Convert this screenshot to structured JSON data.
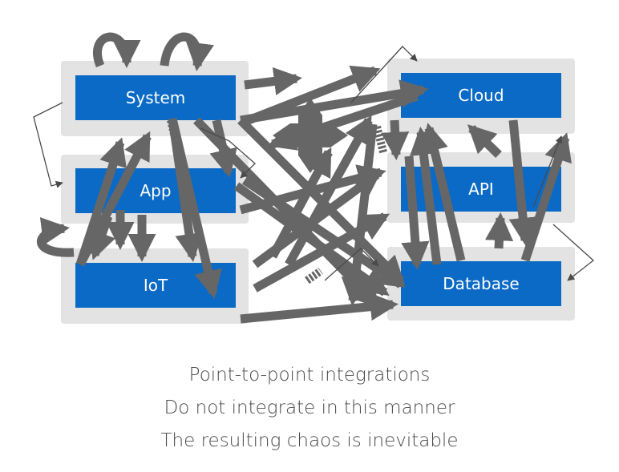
{
  "nodes": [
    {
      "id": "system",
      "label": "System"
    },
    {
      "id": "app",
      "label": "App"
    },
    {
      "id": "iot",
      "label": "IoT"
    },
    {
      "id": "cloud",
      "label": "Cloud"
    },
    {
      "id": "api",
      "label": "API"
    },
    {
      "id": "database",
      "label": "Database"
    }
  ],
  "caption": {
    "line1": "Point-to-point integrations",
    "line2": "Do not integrate in this manner",
    "line3": "The resulting chaos is inevitable"
  },
  "colors": {
    "node_fill": "#0a6ac6",
    "node_halo": "#e3e3e3",
    "arrow": "#666666",
    "caption_text": "#4a4a4a"
  }
}
